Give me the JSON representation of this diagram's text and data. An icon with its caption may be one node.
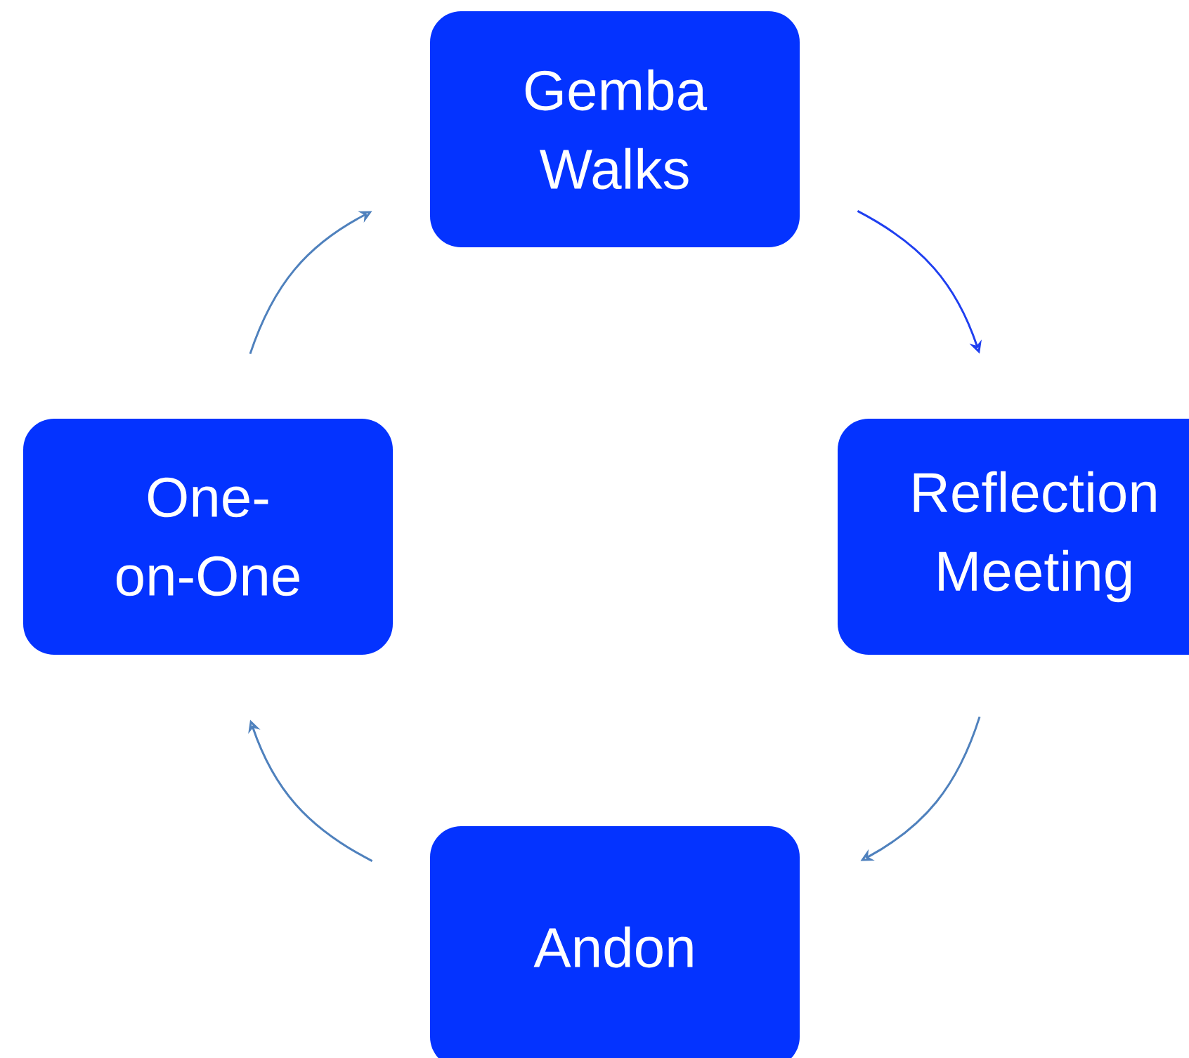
{
  "diagram": {
    "nodes": [
      {
        "text": [
          "Gemba Walks"
        ]
      },
      {
        "text": [
          "Reflection Meeting"
        ]
      },
      {
        "text": [
          "Andon"
        ]
      },
      {
        "text": [
          "One-on-One"
        ]
      }
    ],
    "edges": [
      {
        "from": 0,
        "to": 1,
        "arrow": "to",
        "color": "#1f3ff0"
      },
      {
        "from": 1,
        "to": 2,
        "arrow": "to"
      },
      {
        "from": 2,
        "to": 3,
        "arrow": "to"
      },
      {
        "from": 3,
        "to": 0,
        "arrow": "to"
      }
    ]
  }
}
